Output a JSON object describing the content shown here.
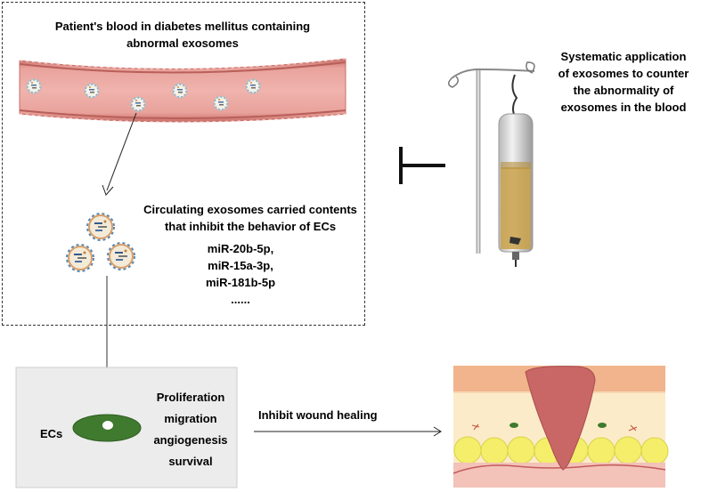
{
  "blood_title": [
    "Patient's blood in diabetes mellitus containing",
    "abnormal exosomes"
  ],
  "circulating_title": [
    "Circulating exosomes carried contents",
    "that inhibit the behavior of ECs"
  ],
  "mirnas": [
    "miR-20b-5p,",
    "miR-15a-3p,",
    "miR-181b-5p",
    "......"
  ],
  "therapy_text": [
    "Systematic application",
    "of exosomes to counter",
    "the abnormality of",
    "exosomes in the blood"
  ],
  "ecs_label": "ECs",
  "ec_behaviors": [
    "Proliferation",
    "migration",
    "angiogenesis",
    "survival"
  ],
  "outcome_label": "Inhibit wound healing",
  "colors": {
    "vessel": "#e0908a",
    "vessel_dark": "#c9706a",
    "ec_cell": "#3f7a2e",
    "ec_box": "#ececec",
    "skin_top": "#f2b48c",
    "skin_mid": "#fcebc8",
    "fat_cells": "#f4ee6a",
    "wound": "#c96767",
    "iv_fluid": "#c9a14a"
  },
  "icons": [
    "exosome-icon",
    "iv-bag-icon",
    "inhibition-icon",
    "arrow-icon",
    "endothelial-cell-icon",
    "wound-icon"
  ]
}
